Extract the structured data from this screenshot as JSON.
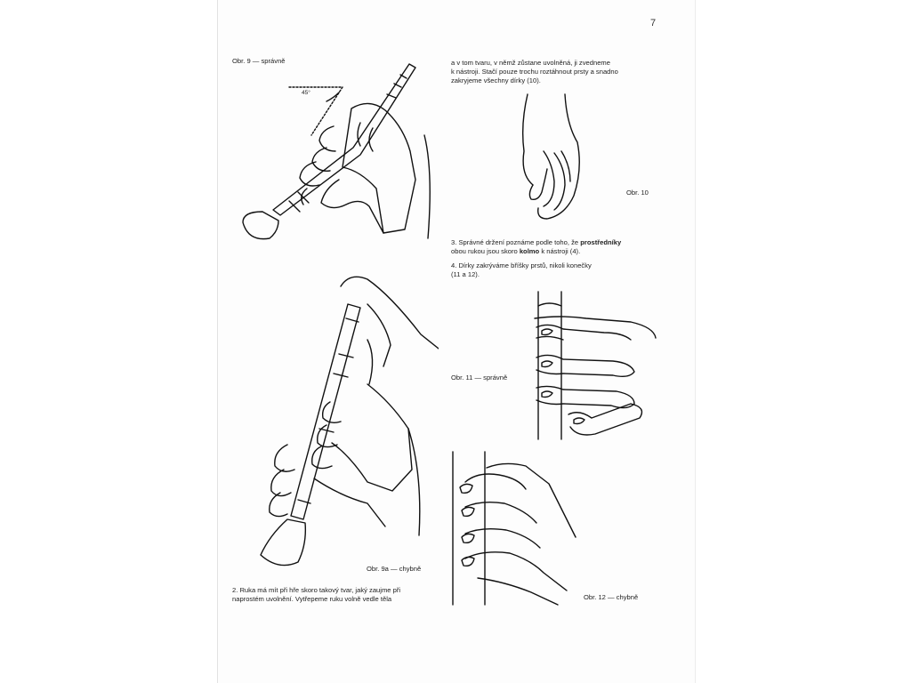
{
  "page_number": "7",
  "captions": {
    "fig9": "Obr. 9 — správně",
    "fig9a": "Obr. 9a — chybně",
    "fig10": "Obr. 10",
    "fig11": "Obr. 11 — správně",
    "fig12": "Obr. 12 — chybně",
    "angle": "45°"
  },
  "text": {
    "p_top_1": "a v tom tvaru, v němž zůstane uvolněná, ji zvedneme",
    "p_top_2": "k nástroji. Stačí pouze trochu roztáhnout prsty a snadno",
    "p_top_3": "zakryjeme všechny dírky (10).",
    "p3_a": "3. Správné držení poznáme podle toho, že ",
    "p3_b": "prostředníky",
    "p3_c": "obou rukou jsou skoro ",
    "p3_d": "kolmo",
    "p3_e": " k nástroji (4).",
    "p4_1": "4. Dírky zakrýváme bříšky prstů, nikoli konečky",
    "p4_2": "(11 a 12).",
    "p2_1": "2. Ruka má mít při hře skoro takový tvar, jaký zaujme při",
    "p2_2": "naprostém uvolnění. Vytřepeme ruku volně vedle těla"
  }
}
